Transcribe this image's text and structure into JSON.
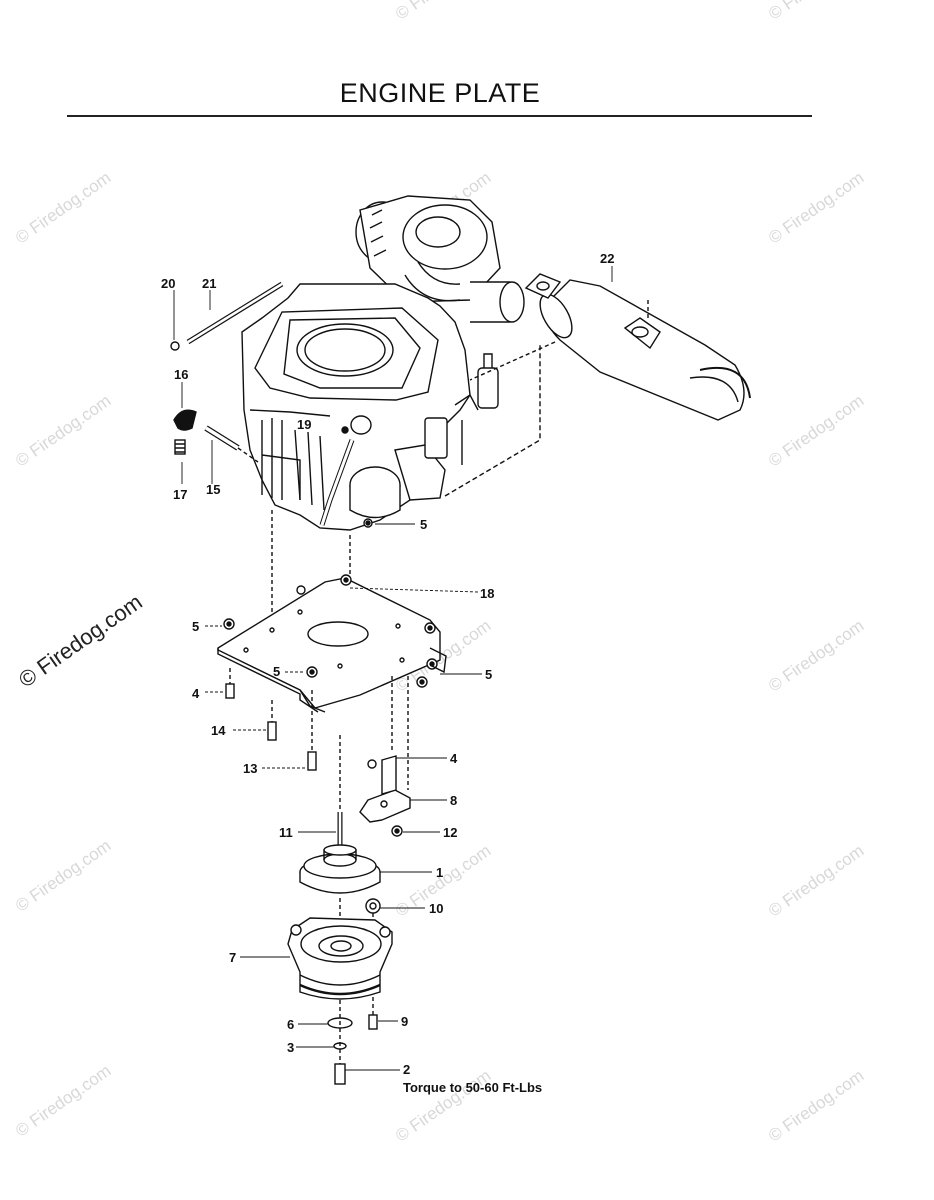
{
  "page": {
    "title": "ENGINE PLATE",
    "note": "Torque to 50-60 Ft-Lbs",
    "watermark": "© Firedog.com"
  },
  "callouts": [
    "20",
    "21",
    "22",
    "16",
    "19",
    "15",
    "17",
    "5",
    "18",
    "5",
    "5",
    "5",
    "4",
    "14",
    "13",
    "4",
    "8",
    "11",
    "12",
    "1",
    "10",
    "7",
    "9",
    "6",
    "3",
    "2"
  ],
  "icons": {
    "engine": "engine-icon",
    "muffler": "muffler-icon",
    "plate": "engine-plate-icon",
    "clutch": "electric-clutch-icon",
    "pulley": "pulley-icon",
    "bracket": "bracket-icon"
  },
  "colors": {
    "line": "#111111",
    "watermark": "#d8d8d8"
  }
}
